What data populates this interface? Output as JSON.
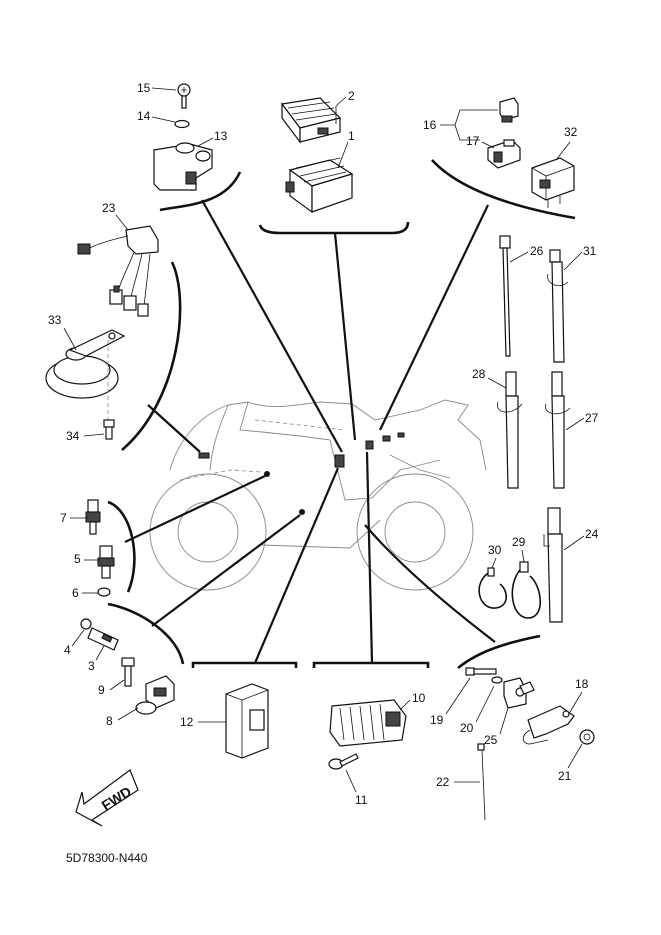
{
  "callouts": {
    "c1": "1",
    "c2": "2",
    "c3": "3",
    "c4": "4",
    "c5": "5",
    "c6": "6",
    "c7": "7",
    "c8": "8",
    "c9": "9",
    "c10": "10",
    "c11": "11",
    "c12": "12",
    "c13": "13",
    "c14": "14",
    "c15": "15",
    "c16": "16",
    "c17": "17",
    "c18": "18",
    "c19": "19",
    "c20": "20",
    "c21": "21",
    "c22": "22",
    "c23": "23",
    "c24": "24",
    "c25": "25",
    "c26": "26",
    "c27": "27",
    "c28": "28",
    "c29": "29",
    "c30": "30",
    "c31": "31",
    "c32": "32",
    "c33": "33",
    "c34": "34"
  },
  "fwd_label": "FWD",
  "drawing_code": "5D78300-N440"
}
